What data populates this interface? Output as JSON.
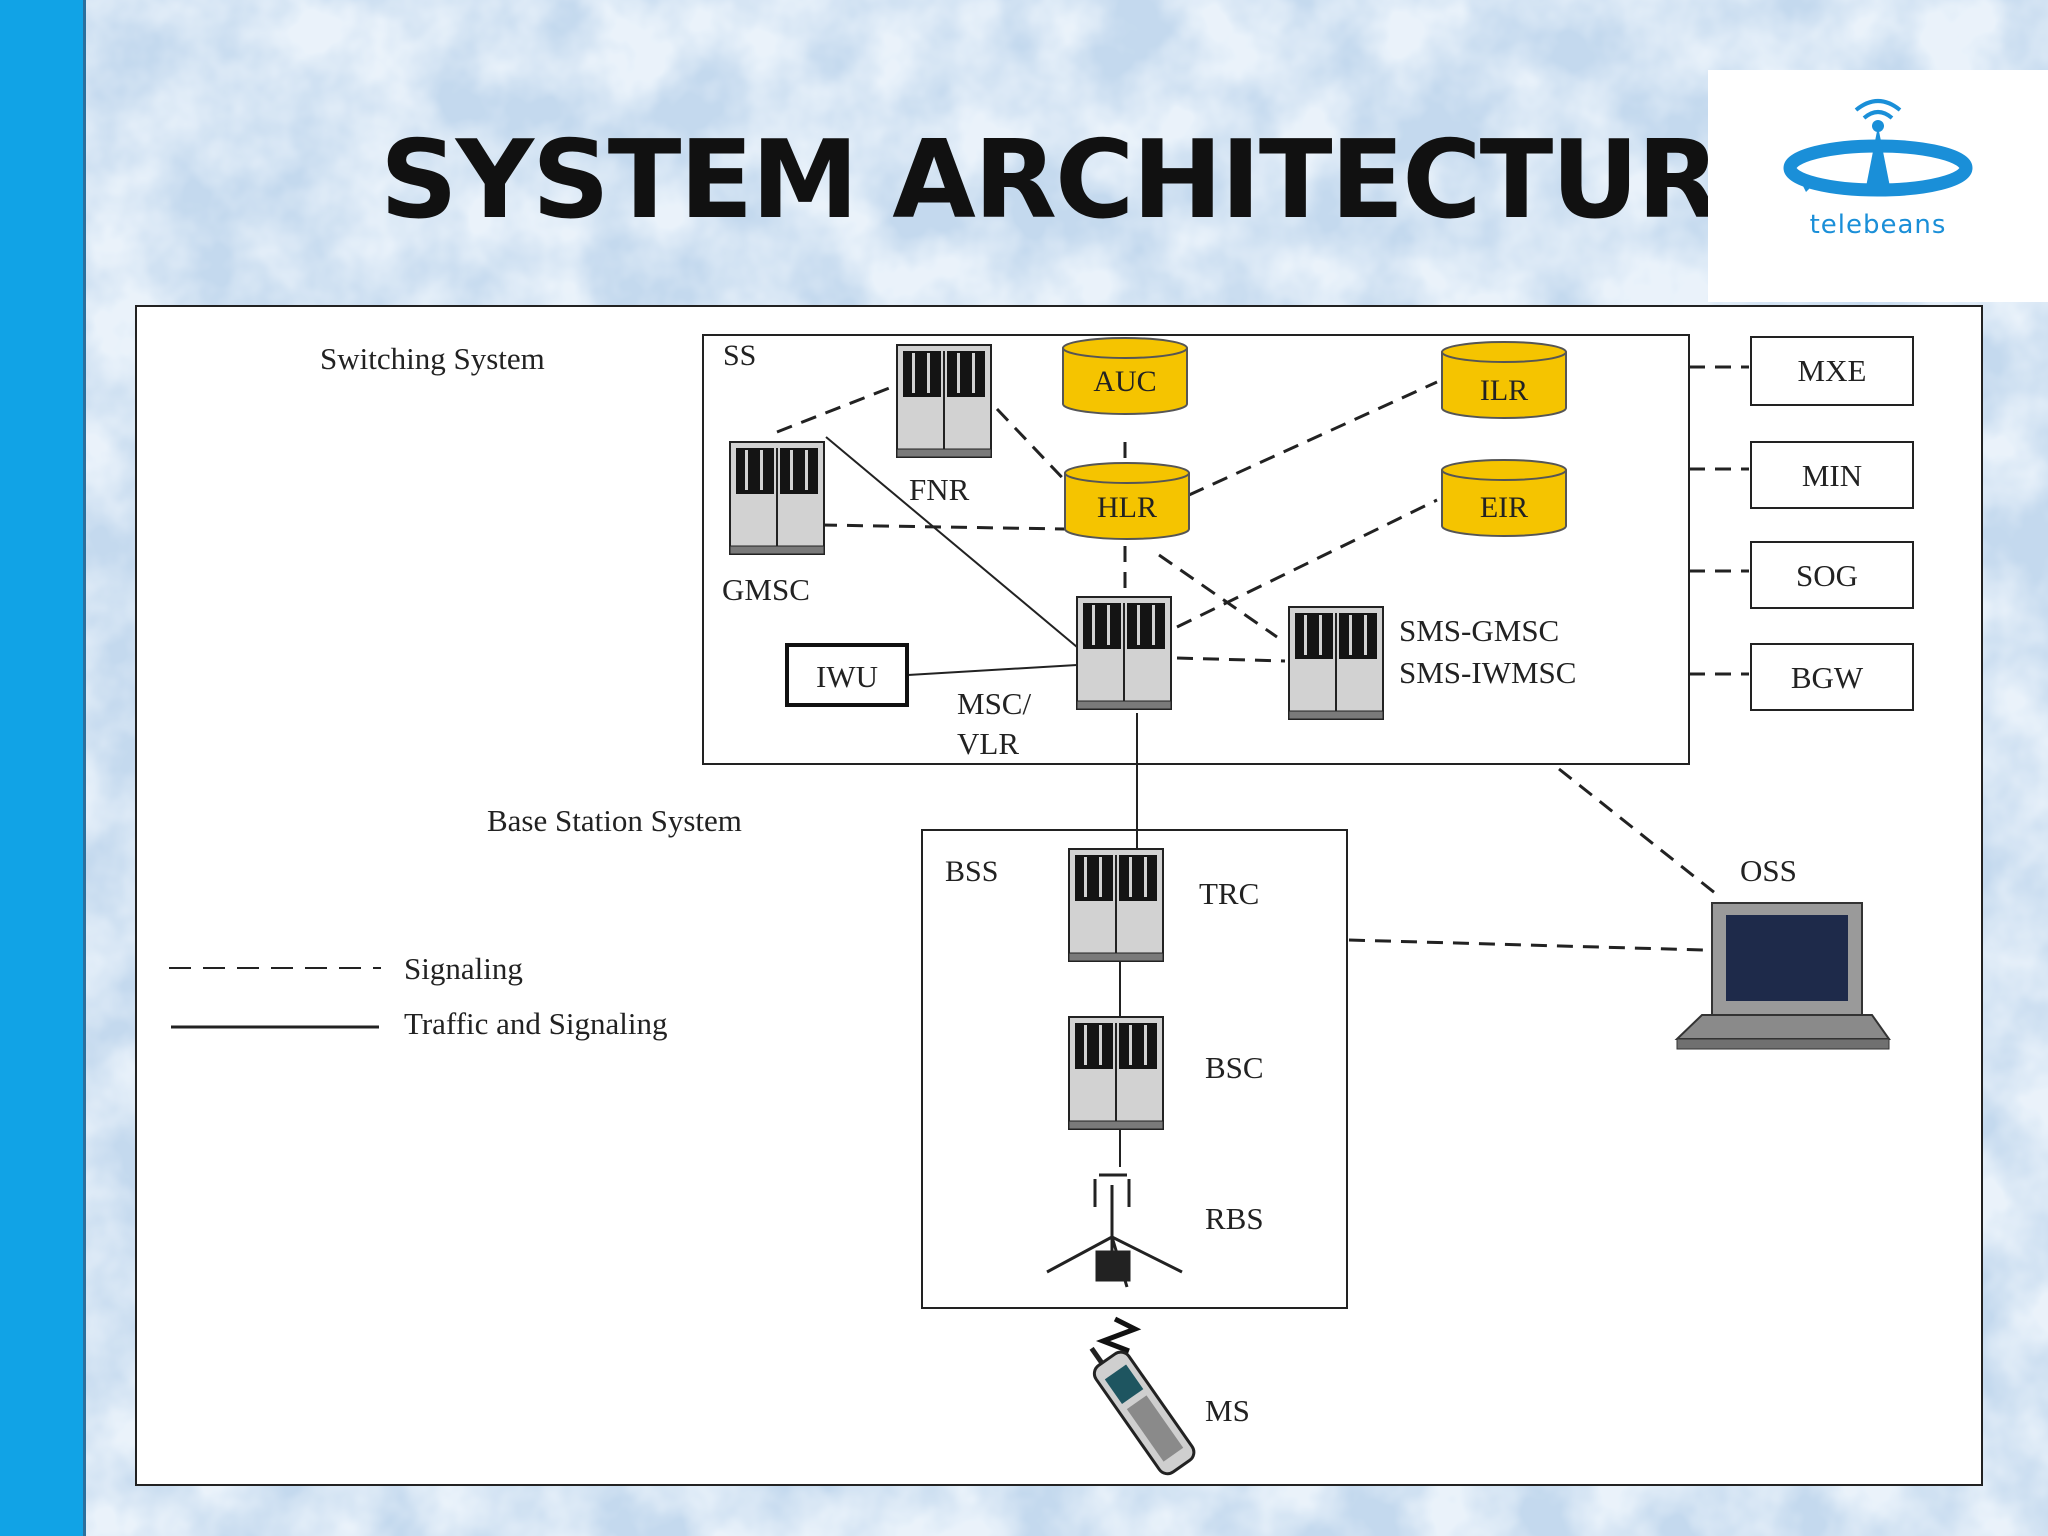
{
  "slide": {
    "title": "SYSTEM ARCHITECTURE",
    "logo_text": "telebeans",
    "accent_color": "#11a3e6",
    "database_color": "#f5c400"
  },
  "diagram": {
    "switching_system_label": "Switching System",
    "ss_label": "SS",
    "base_station_system_label": "Base Station System",
    "bss_label": "BSS",
    "nodes": {
      "fnr": "FNR",
      "auc": "AUC",
      "ilr": "ILR",
      "hlr": "HLR",
      "eir": "EIR",
      "gmsc": "GMSC",
      "iwu": "IWU",
      "msc_line1": "MSC/",
      "msc_line2": "VLR",
      "sms_line1": "SMS-GMSC",
      "sms_line2": "SMS-IWMSC",
      "mxe": "MXE",
      "min": "MIN",
      "sog": "SOG",
      "bgw": "BGW",
      "oss": "OSS",
      "trc": "TRC",
      "bsc": "BSC",
      "rbs": "RBS",
      "ms": "MS"
    },
    "legend": {
      "signaling": "Signaling",
      "traffic": "Traffic and Signaling"
    }
  }
}
